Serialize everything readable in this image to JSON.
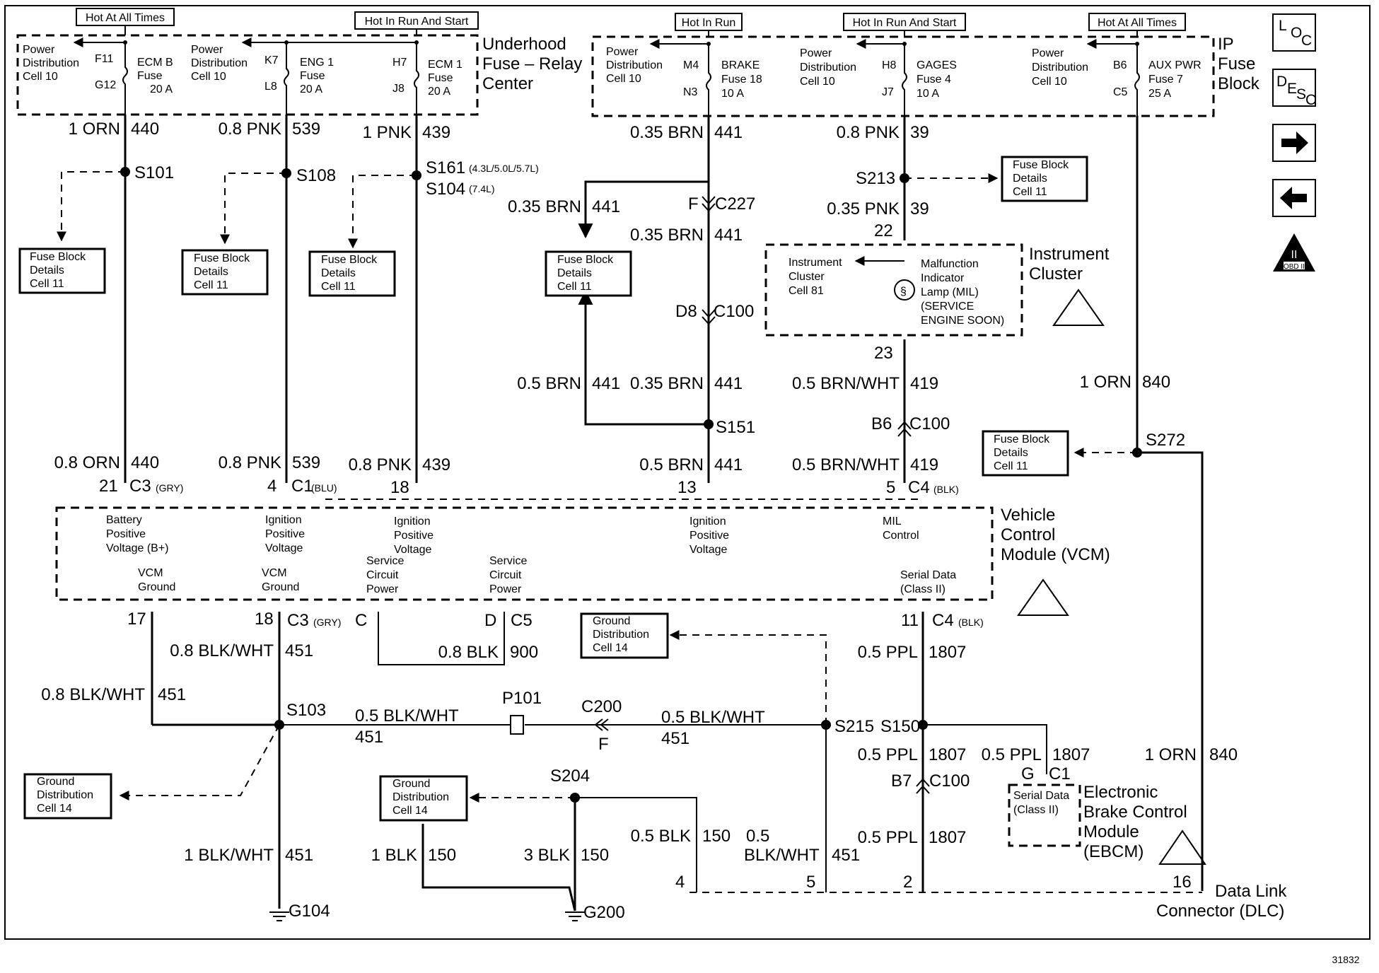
{
  "power": {
    "hot_all_times_1": "Hot At All Times",
    "hot_run_start_1": "Hot In Run And Start",
    "hot_in_run": "Hot In Run",
    "hot_run_start_2": "Hot In Run And Start",
    "hot_all_times_2": "Hot At All Times"
  },
  "underhood": {
    "title1": "Underhood",
    "title2": "Fuse – Relay",
    "title3": "Center",
    "pdc1": [
      "Power",
      "Distribution",
      "Cell 10"
    ],
    "pdc2": [
      "Power",
      "Distribution",
      "Cell 10"
    ],
    "f11": "F11",
    "g12": "G12",
    "ecmb": [
      "ECM B",
      "Fuse",
      "20 A"
    ],
    "k7": "K7",
    "l8": "L8",
    "eng1": [
      "ENG 1",
      "Fuse",
      "20 A"
    ],
    "h7": "H7",
    "j8": "J8",
    "ecm1": [
      "ECM 1",
      "Fuse",
      "20 A"
    ]
  },
  "ipfuse": {
    "title1": "IP",
    "title2": "Fuse",
    "title3": "Block",
    "pdc1": [
      "Power",
      "Distribution",
      "Cell 10"
    ],
    "pdc2": [
      "Power",
      "Distribution",
      "Cell 10"
    ],
    "pdc3": [
      "Power",
      "Distribution",
      "Cell 10"
    ],
    "m4": "M4",
    "n3": "N3",
    "brake": [
      "BRAKE",
      "Fuse 18",
      "10 A"
    ],
    "h8": "H8",
    "j7": "J7",
    "gages": [
      "GAGES",
      "Fuse 4",
      "10 A"
    ],
    "b6": "B6",
    "c5": "C5",
    "auxpwr": [
      "AUX PWR",
      "Fuse 7",
      "25 A"
    ]
  },
  "wires": {
    "orn440": "1 ORN",
    "c440": "440",
    "pnk539": "0.8 PNK",
    "c539": "539",
    "pnk439": "1 PNK",
    "c439": "439",
    "brn441a": "0.35 BRN",
    "c441a": "441",
    "pnk39a": "0.8 PNK",
    "c39a": "39",
    "brn441b": "0.35 BRN",
    "c441b": "441",
    "brn441c": "0.35 BRN",
    "c441c": "441",
    "pnk39b": "0.35 PNK",
    "c39b": "39",
    "brn441d": "0.5 BRN",
    "c441d": "441",
    "brn441e": "0.35 BRN",
    "c441e": "441",
    "bw419a": "0.5 BRN/WHT",
    "c419a": "419",
    "orn840a": "1 ORN",
    "c840a": "840",
    "orn440b": "0.8 ORN",
    "c440b": "440",
    "pnk539b": "0.8 PNK",
    "c539b": "539",
    "pnk439b": "0.8 PNK",
    "c439b": "439",
    "brn441f": "0.5 BRN",
    "c441f": "441",
    "bw419b": "0.5 BRN/WHT",
    "c419b": "419",
    "bkw451a": "0.8 BLK/WHT",
    "c451a": "451",
    "bkw451b": "0.8 BLK/WHT",
    "c451b": "451",
    "blk900": "0.8 BLK",
    "c900": "900",
    "ppl1807a": "0.5 PPL",
    "c1807a": "1807",
    "bkw451c": "0.5 BLK/WHT",
    "c451c": "451",
    "bkw451d": "0.5 BLK/WHT",
    "c451d": "451",
    "ppl1807b": "0.5 PPL",
    "c1807b": "1807",
    "ppl1807c": "0.5 PPL",
    "c1807c": "1807",
    "orn840b": "1 ORN",
    "c840b": "840",
    "bkw451e": "1 BLK/WHT",
    "c451e": "451",
    "blk150a": "1 BLK",
    "c150a": "150",
    "blk150b": "3 BLK",
    "c150b": "150",
    "blk150c": "0.5 BLK",
    "c150c": "150",
    "bkw451f1": "0.5",
    "bkw451f2": "BLK/WHT",
    "c451f": "451",
    "ppl1807d": "0.5 PPL",
    "c1807d": "1807"
  },
  "splices": {
    "s101": "S101",
    "s108": "S108",
    "s161": "S161",
    "s161n": "(4.3L/5.0L/5.7L)",
    "s104": "S104",
    "s104n": "(7.4L)",
    "s213": "S213",
    "s151": "S151",
    "s272": "S272",
    "s103": "S103",
    "s215": "S215",
    "s150": "S150",
    "s204": "S204"
  },
  "connectors": {
    "f": "F",
    "c227": "C227",
    "d8": "D8",
    "c100a": "C100",
    "p22": "22",
    "p23": "23",
    "b6": "B6",
    "c100b": "C100",
    "p21": "21",
    "c3a": "C3",
    "gry": "(GRY)",
    "p4": "4",
    "c1": "C1",
    "blu": "(BLU)",
    "p18": "18",
    "p13": "13",
    "p5": "5",
    "c4a": "C4",
    "blk": "(BLK)",
    "p17": "17",
    "p18b": "18",
    "c3b": "C3",
    "gryb": "(GRY)",
    "c": "C",
    "d": "D",
    "c5": "C5",
    "p11": "11",
    "c4b": "C4",
    "blkb": "(BLK)",
    "p101": "P101",
    "c200": "C200",
    "f2": "F",
    "g": "G",
    "c1b": "C1",
    "b7": "B7",
    "c100c": "C100",
    "p4b": "4",
    "p5b": "5",
    "p2": "2",
    "p16": "16"
  },
  "refs": {
    "fb1": [
      "Fuse Block",
      "Details",
      "Cell 11"
    ],
    "fb2": [
      "Fuse Block",
      "Details",
      "Cell 11"
    ],
    "fb3": [
      "Fuse Block",
      "Details",
      "Cell 11"
    ],
    "fb4": [
      "Fuse Block",
      "Details",
      "Cell 11"
    ],
    "fb5": [
      "Fuse Block",
      "Details",
      "Cell 11"
    ],
    "fb6": [
      "Fuse Block",
      "Details",
      "Cell 11"
    ],
    "gd1": [
      "Ground",
      "Distribution",
      "Cell 14"
    ],
    "gd2": [
      "Ground",
      "Distribution",
      "Cell 14"
    ],
    "gd3": [
      "Ground",
      "Distribution",
      "Cell 14"
    ]
  },
  "cluster": {
    "title1": "Instrument",
    "title2": "Cluster",
    "ref": [
      "Instrument",
      "Cluster",
      "Cell 81"
    ],
    "mil": [
      "Malfunction",
      "Indicator",
      "Lamp (MIL)",
      "(SERVICE",
      "ENGINE SOON)"
    ]
  },
  "vcm": {
    "title": [
      "Vehicle",
      "Control",
      "Module (VCM)"
    ],
    "bplus": [
      "Battery",
      "Positive",
      "Voltage (B+)"
    ],
    "ign1": [
      "Ignition",
      "Positive",
      "Voltage"
    ],
    "ign2": [
      "Ignition",
      "Positive",
      "Voltage"
    ],
    "ign3": [
      "Ignition",
      "Positive",
      "Voltage"
    ],
    "milc": [
      "MIL",
      "Control"
    ],
    "gnd1": [
      "VCM",
      "Ground"
    ],
    "gnd2": [
      "VCM",
      "Ground"
    ],
    "scp1": [
      "Service",
      "Circuit",
      "Power"
    ],
    "scp2": [
      "Service",
      "Circuit",
      "Power"
    ],
    "serial": [
      "Serial Data",
      "(Class II)"
    ]
  },
  "ebcm": {
    "title": [
      "Electronic",
      "Brake Control",
      "Module",
      "(EBCM)"
    ],
    "serial": [
      "Serial Data",
      "(Class II)"
    ]
  },
  "dlc": {
    "title": [
      "Data Link",
      "Connector (DLC)"
    ]
  },
  "grounds": {
    "g104": "G104",
    "g200": "G200"
  },
  "nav": {
    "loc": [
      "L",
      "O",
      "C"
    ],
    "desc": [
      "D",
      "E",
      "S",
      "C"
    ],
    "obd": "OBD II",
    "obd_num": "II"
  },
  "figure_id": "31832"
}
